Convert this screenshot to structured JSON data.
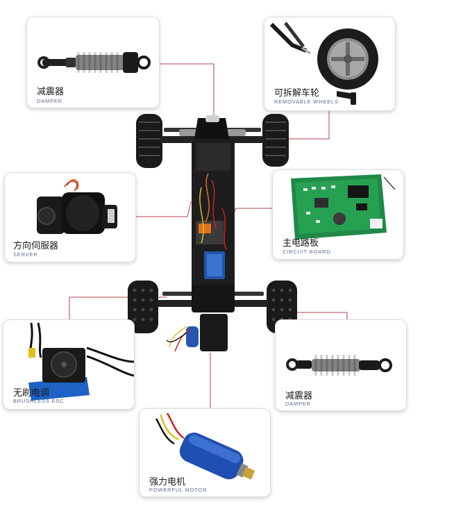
{
  "parts": {
    "damper_top": {
      "zh": "减震器",
      "en": "DAMPER"
    },
    "wheels": {
      "zh": "可拆解车轮",
      "en": "REMOVABLE WHEELS"
    },
    "servo": {
      "zh": "方向伺服器",
      "en": "SERVER"
    },
    "circuit": {
      "zh": "主电路板",
      "en": "CIRCUIT BOARD"
    },
    "esc": {
      "zh": "无刷电调",
      "en": "BRUSHLESS ESC"
    },
    "damper_bottom": {
      "zh": "减震器",
      "en": "DAMPER"
    },
    "motor": {
      "zh": "强力电机",
      "en": "POWERFUL MOTOR"
    }
  },
  "colors": {
    "leader": "#b5404a",
    "card_border": "#dcdcdc",
    "label_en": "#5a6a8c"
  },
  "icons": [
    "damper-icon",
    "wheel-icon",
    "servo-icon",
    "circuit-board-icon",
    "esc-icon",
    "motor-icon",
    "rc-car-chassis-icon"
  ]
}
